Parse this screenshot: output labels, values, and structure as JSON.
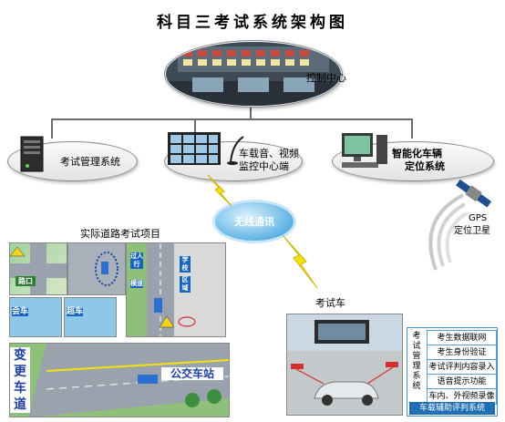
{
  "title": "科目三考试系统架构图",
  "control_center": "控制中心",
  "exam_management": "考试管理系统",
  "onboard_audio_line1": "车载音、视频",
  "onboard_audio_line2": "监控中心端",
  "vehicle_positioning_line1": "智能化车辆",
  "vehicle_positioning_line2": "定位系统",
  "wireless": "无线通讯",
  "gps_line1": "GPS",
  "gps_line2": "定位卫星",
  "road_test_title": "实际道路考试项目",
  "exam_car": "考试车",
  "road_signs": {
    "intersection": "路口",
    "school_line1": "学校",
    "school_line2": "区域",
    "people_line1": "过人行",
    "people_line2": "横道",
    "bus_stop": "公交车站",
    "lane_change_1": "变",
    "lane_change_2": "更",
    "lane_change_3": "车",
    "lane_change_4": "道",
    "side_a": "会车",
    "side_b": "超车"
  },
  "onboard_system": {
    "side_label": "考试管理系统",
    "items": [
      "考生数据联网",
      "考生身份验证",
      "考试评判内容录入",
      "语音提示功能",
      "车内、外视频录像"
    ],
    "footer": "车载辅助评判系统"
  },
  "colors": {
    "line": "#6b6b6b",
    "wireless": "#5fb3e4",
    "lightning": "#f5e20a",
    "system_accent": "#1f6fb7"
  }
}
